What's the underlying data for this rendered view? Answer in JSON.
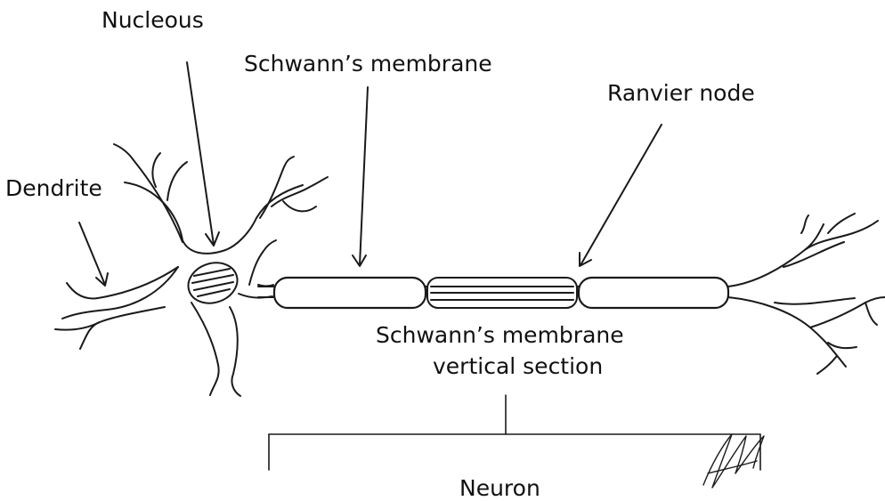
{
  "diagram": {
    "labels": {
      "nucleous": "Nucleous",
      "schwann_top": "Schwann’s membrane",
      "ranvier": "Ranvier node",
      "dendrite": "Dendrite",
      "schwann_vertical_line1": "Schwann’s membrane",
      "schwann_vertical_line2": "vertical section",
      "neuron": "Neuron"
    },
    "signature": "handwritten signature",
    "colors": {
      "ink": "#1a1a1a",
      "background": "#ffffff"
    }
  }
}
